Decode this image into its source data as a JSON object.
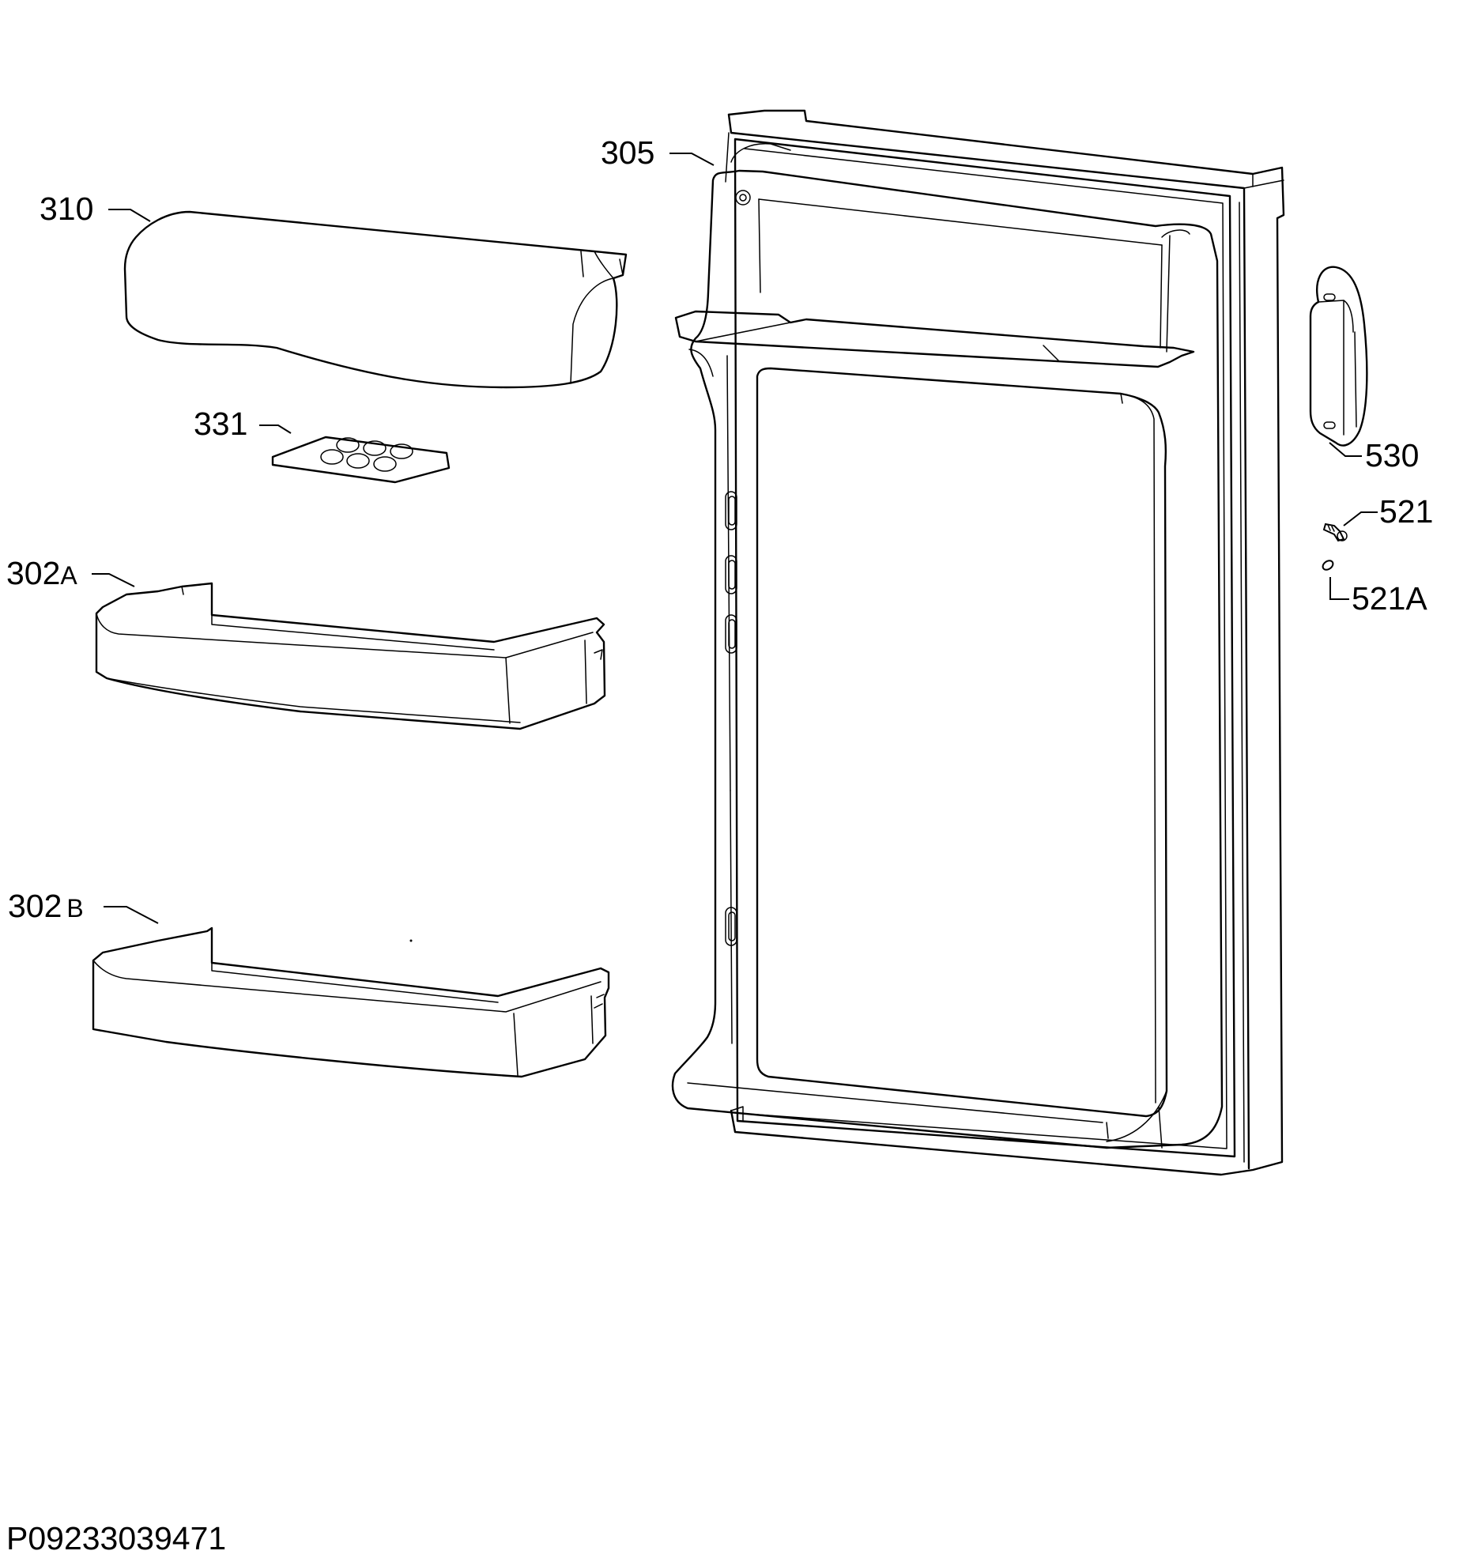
{
  "labels": {
    "door": "305",
    "butter_lid": "310",
    "egg_tray": "331",
    "shelf_a_num": "302",
    "shelf_a_suffix": "A",
    "shelf_b_num": "302",
    "shelf_b_suffix": "B",
    "handle": "530",
    "screw": "521",
    "screw_cap": "521A"
  },
  "drawing_code": "P09233039471"
}
